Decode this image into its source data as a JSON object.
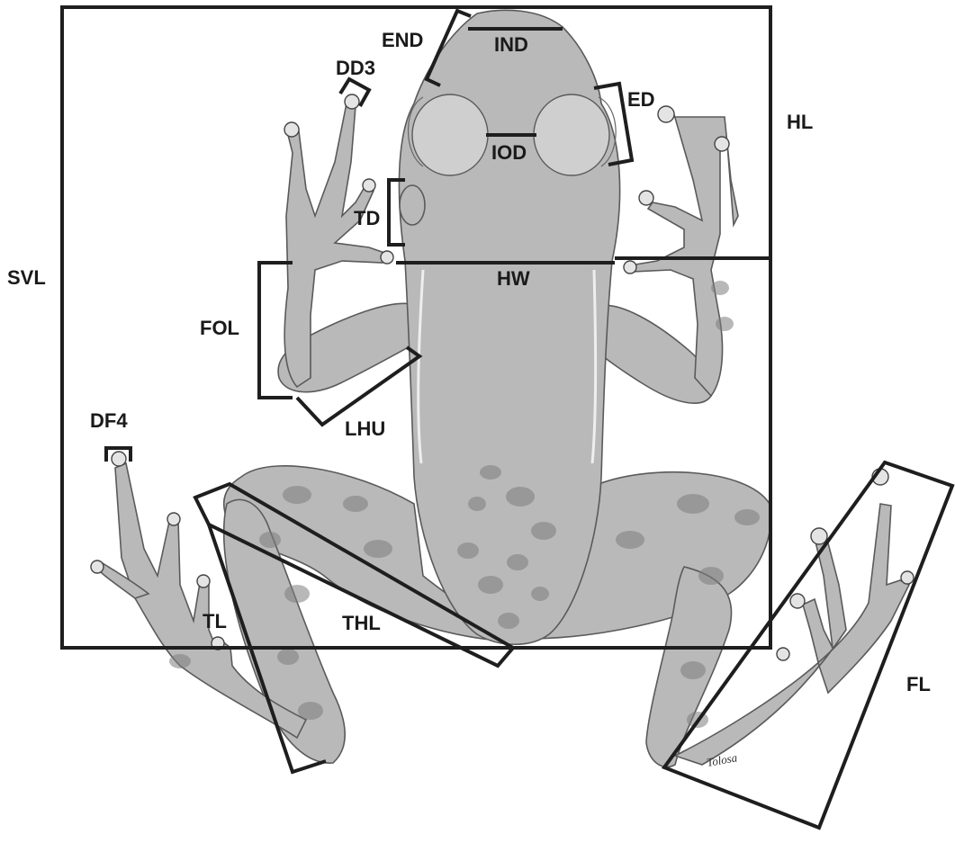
{
  "figure": {
    "labels": {
      "svl": "SVL",
      "hl": "HL",
      "hw": "HW",
      "end": "END",
      "ind": "IND",
      "iod": "IOD",
      "ed": "ED",
      "td": "TD",
      "dd3": "DD3",
      "fol": "FOL",
      "lhu": "LHU",
      "df4": "DF4",
      "tl": "TL",
      "thl": "THL",
      "fl": "FL"
    },
    "artist_signature": "Tolosa"
  }
}
